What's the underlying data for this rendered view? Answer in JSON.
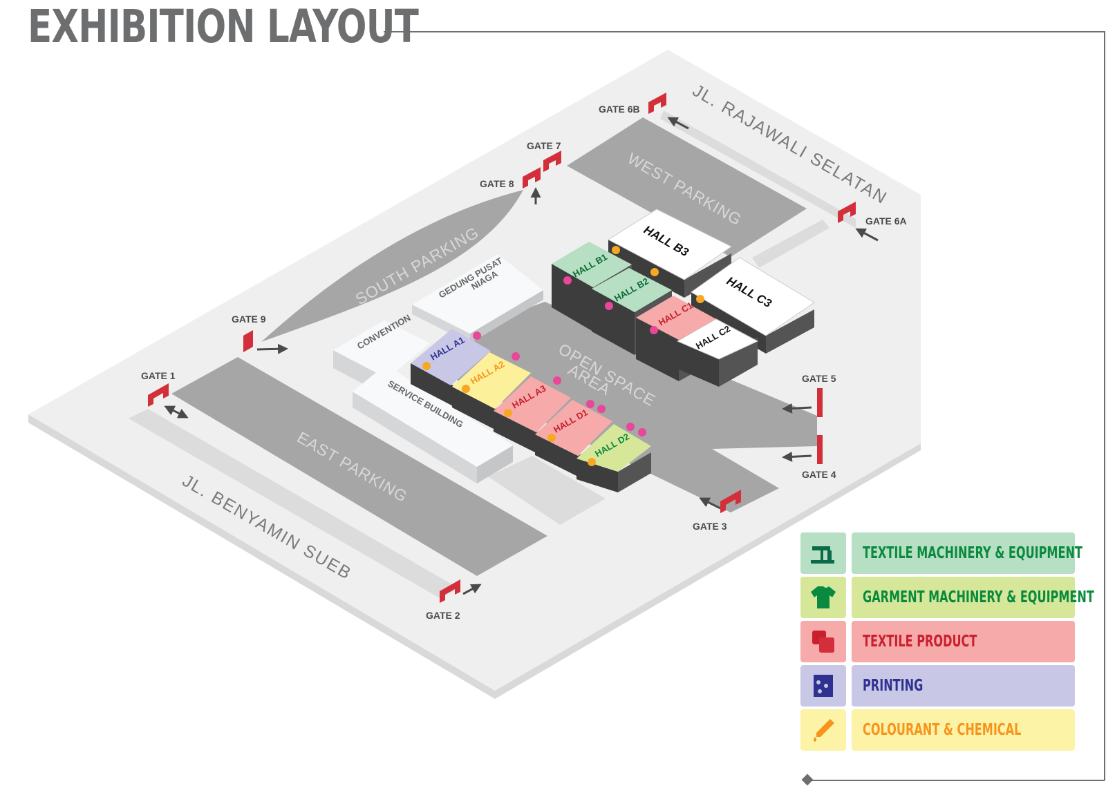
{
  "title": "EXHIBITION LAYOUT",
  "streets": {
    "north": "JL. RAJAWALI SELATAN",
    "south": "JL. BENYAMIN SUEB"
  },
  "areas": {
    "west_parking": "WEST PARKING",
    "south_parking": "SOUTH PARKING",
    "east_parking": "EAST PARKING",
    "open_space_line1": "OPEN SPACE",
    "open_space_line2": "AREA"
  },
  "buildings": {
    "gedung_line1": "GEDUNG PUSAT",
    "gedung_line2": "NIAGA",
    "convention": "CONVENTION",
    "service": "SERVICE BUILDING"
  },
  "halls": {
    "a1": "HALL A1",
    "a2": "HALL A2",
    "a3": "HALL A3",
    "b1": "HALL B1",
    "b2": "HALL B2",
    "b3": "HALL B3",
    "c1": "HALL C1",
    "c2": "HALL C2",
    "c3": "HALL C3",
    "d1": "HALL D1",
    "d2": "HALL D2"
  },
  "gates": {
    "g1": "GATE 1",
    "g2": "GATE 2",
    "g3": "GATE 3",
    "g4": "GATE 4",
    "g5": "GATE 5",
    "g6a": "GATE 6A",
    "g6b": "GATE 6B",
    "g7": "GATE 7",
    "g8": "GATE 8",
    "g9": "GATE 9"
  },
  "legend": [
    {
      "label": "TEXTILE MACHINERY & EQUIPMENT",
      "icon": "sewing-machine-icon",
      "bg": "#b7dfc3",
      "icon_bg": "#b7dfc3",
      "text_color": "#0a8a3e"
    },
    {
      "label": "GARMENT MACHINERY & EQUIPMENT",
      "icon": "shirt-icon",
      "bg": "#d6e79a",
      "icon_bg": "#d6e79a",
      "text_color": "#0a8a3e"
    },
    {
      "label": "TEXTILE PRODUCT",
      "icon": "fabric-icon",
      "bg": "#f6aaaa",
      "icon_bg": "#f6aaaa",
      "text_color": "#c8202e"
    },
    {
      "label": "PRINTING",
      "icon": "printing-screen-icon",
      "bg": "#c9c7e6",
      "icon_bg": "#c9c7e6",
      "text_color": "#2e3192"
    },
    {
      "label": "COLOURANT & CHEMICAL",
      "icon": "dropper-icon",
      "bg": "#fdf3a6",
      "icon_bg": "#fdf3a6",
      "text_color": "#f7941d"
    }
  ]
}
